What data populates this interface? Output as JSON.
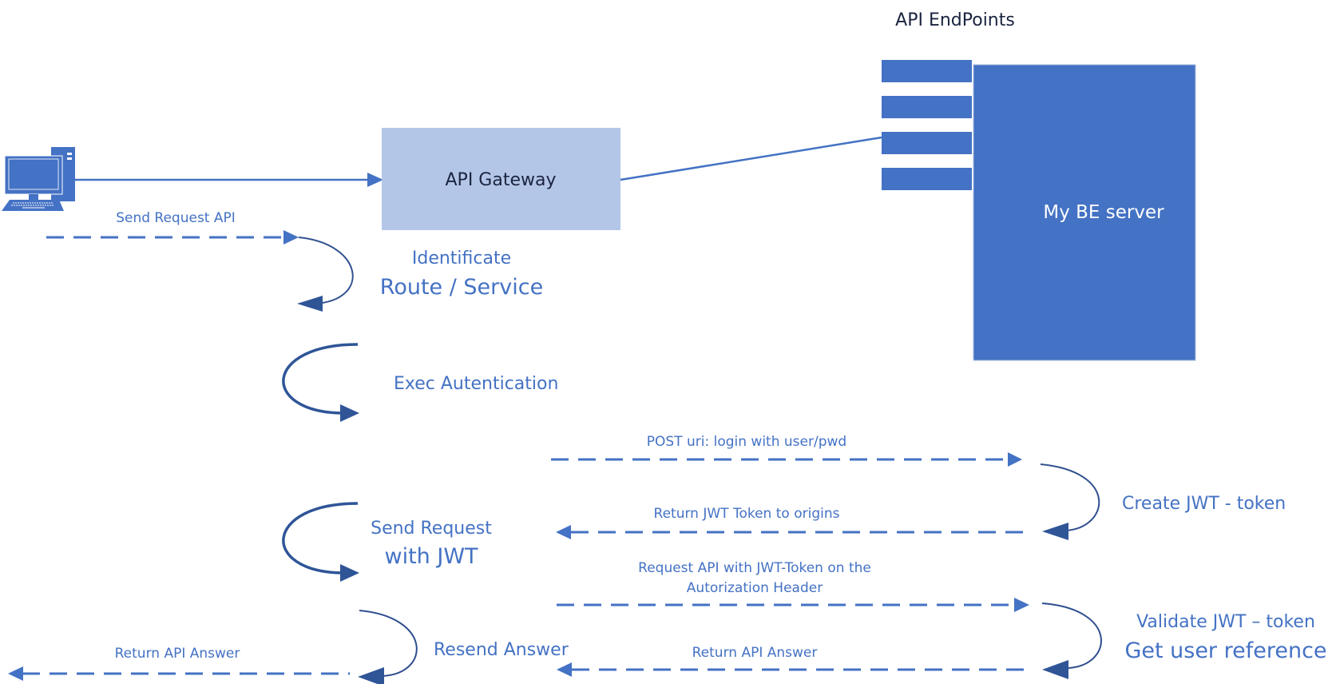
{
  "diagram": {
    "title": "API Gateway JWT authentication flow",
    "colors": {
      "accent": "#4472c4",
      "gateway_fill": "#b4c6e7",
      "server_fill": "#4472c4",
      "dark_arrow": "#2f5597",
      "title_text": "#1b2440"
    },
    "client": {
      "icon": "desktop-computer-icon"
    },
    "gateway": {
      "label": "API Gateway"
    },
    "endpoints": {
      "label": "API EndPoints",
      "count": 4
    },
    "server": {
      "label": "My BE server"
    },
    "steps": {
      "send_request_api": "Send Request API",
      "identificate": "Identificate",
      "route_service": "Route / Service",
      "exec_autentication": "Exec Autentication",
      "post_login": "POST uri: login with user/pwd",
      "create_jwt": "Create JWT - token",
      "return_jwt": "Return JWT Token to origins",
      "send_request_line1": "Send Request",
      "send_request_line2": "with JWT",
      "request_api_line1": "Request API with JWT-Token on the",
      "request_api_line2": "Autorization Header",
      "validate_line1": "Validate JWT – token",
      "validate_line2": "Get user reference",
      "return_api_answer_server": "Return API Answer",
      "resend_answer": "Resend Answer",
      "return_api_answer_client": "Return API Answer"
    }
  }
}
